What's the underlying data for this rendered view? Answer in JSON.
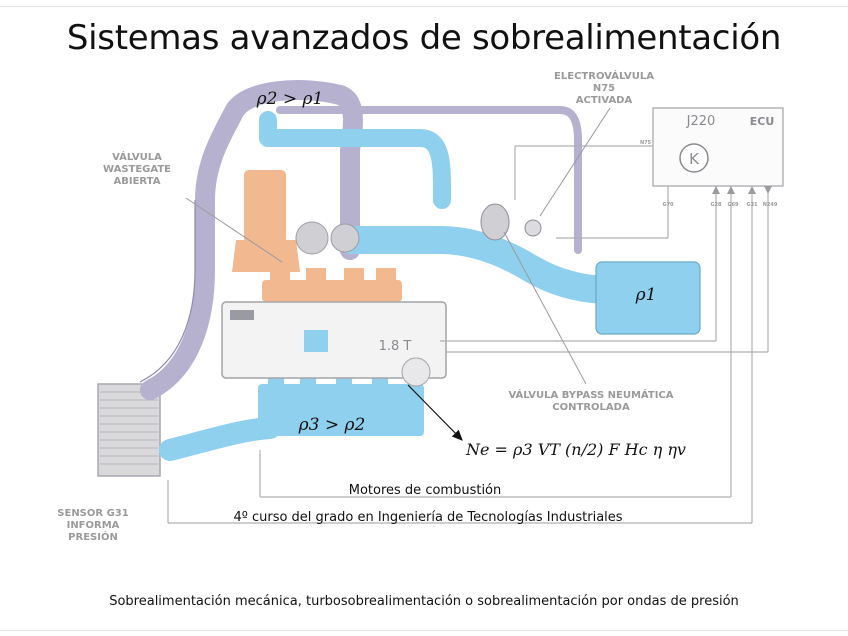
{
  "slide": {
    "title": "Sistemas avanzados de sobrealimentación",
    "footer": "Sobrealimentación mecánica, turbosobrealimentación o sobrealimentación por ondas de presión"
  },
  "diagram": {
    "labels": {
      "electrovalvula_l1": "ELECTROVÁLVULA",
      "electrovalvula_l2": "N75",
      "electrovalvula_l3": "ACTIVADA",
      "wastegate_l1": "VÁLVULA",
      "wastegate_l2": "WASTEGATE",
      "wastegate_l3": "ABIERTA",
      "bypass_l1": "VÁLVULA BYPASS NEUMÁTICA",
      "bypass_l2": "CONTROLADA",
      "sensor_l1": "SENSOR G31",
      "sensor_l2": "INFORMA",
      "sensor_l3": "PRESIÓN",
      "ecu_id": "J220",
      "ecu_name": "ECU",
      "engine": "1.8 T",
      "ecu_pin_n75": "N75",
      "ecu_pin_g70": "G70",
      "ecu_pin_g28": "G28",
      "ecu_pin_g69": "G69",
      "ecu_pin_g31": "G31",
      "ecu_pin_n249": "N249"
    },
    "annotations": {
      "p2_gt_p1": "ρ2 > ρ1",
      "p1": "ρ1",
      "p3_gt_p2": "ρ3 > ρ2",
      "formula": "Ne = ρ3 VT (n/2) F Hc η ηv",
      "subject": "Motores de combustión",
      "course": "4º curso del grado en Ingeniería de Tecnologías Industriales"
    },
    "colors": {
      "intake": "#8fd0ee",
      "pressure_pipe": "#b6b1cf",
      "exhaust": "#f2b890",
      "label_gray": "#9a9a9a"
    }
  }
}
